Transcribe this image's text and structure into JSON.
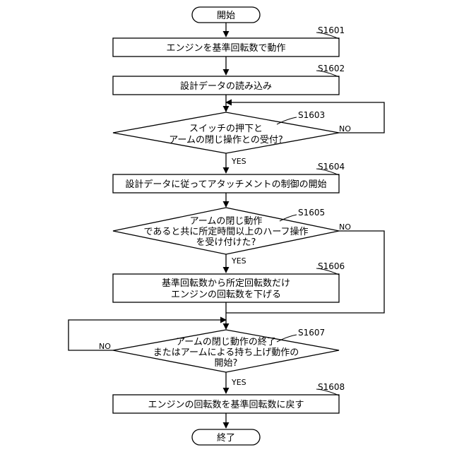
{
  "start": {
    "label": "開始"
  },
  "steps": {
    "s1601": {
      "id": "S1601",
      "text": "エンジンを基準回転数で動作"
    },
    "s1602": {
      "id": "S1602",
      "text": "設計データの読み込み"
    },
    "s1603": {
      "id": "S1603",
      "lines": [
        "スイッチの押下と",
        "アームの閉じ操作との受付?"
      ]
    },
    "s1604": {
      "id": "S1604",
      "text": "設計データに従ってアタッチメントの制御の開始"
    },
    "s1605": {
      "id": "S1605",
      "lines": [
        "アームの閉じ動作",
        "であると共に所定時間以上のハーフ操作",
        "を受け付けた?"
      ]
    },
    "s1606": {
      "id": "S1606",
      "lines": [
        "基準回転数から所定回転数だけ",
        "エンジンの回転数を下げる"
      ]
    },
    "s1607": {
      "id": "S1607",
      "lines": [
        "アームの閉じ動作の終了",
        "またはアームによる持ち上げ動作の",
        "開始?"
      ]
    },
    "s1608": {
      "id": "S1608",
      "text": "エンジンの回転数を基準回転数に戻す"
    }
  },
  "end": {
    "label": "終了"
  },
  "branches": {
    "s1603_no": "NO",
    "s1603_yes": "YES",
    "s1605_no": "NO",
    "s1605_yes": "YES",
    "s1607_no": "NO",
    "s1607_yes": "YES"
  }
}
